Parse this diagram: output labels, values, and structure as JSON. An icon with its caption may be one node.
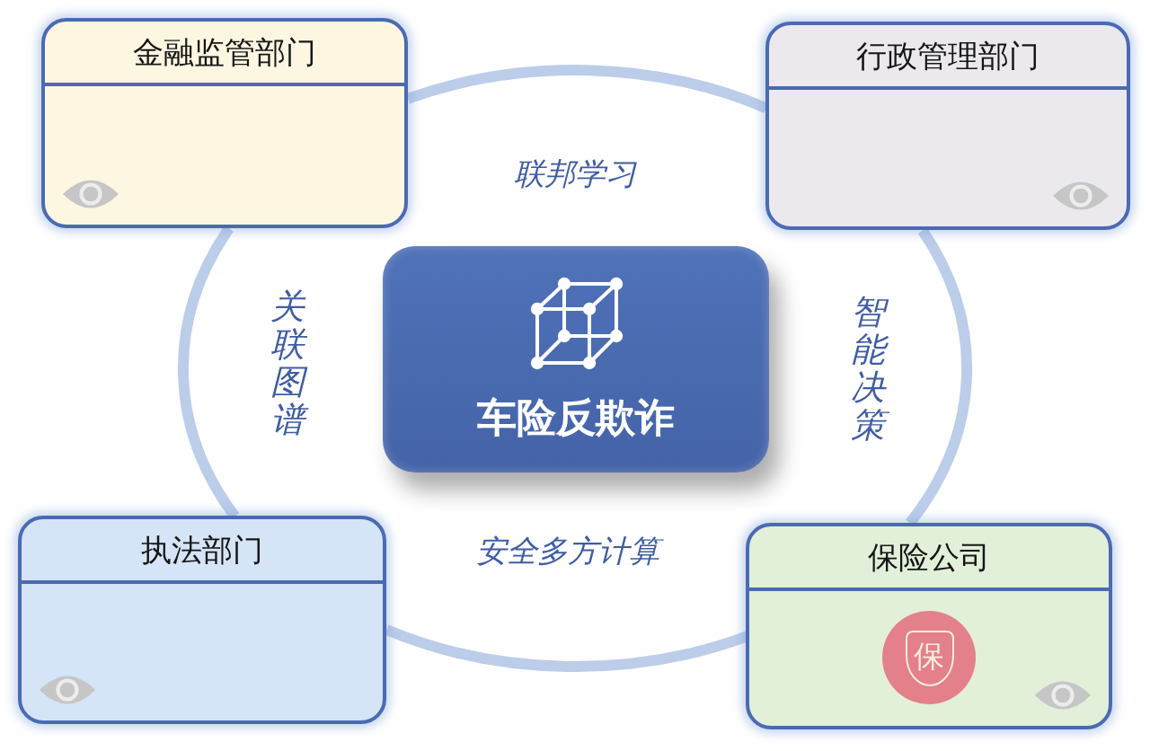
{
  "diagram": {
    "nodes": [
      {
        "text": [
          "金融监管部门"
        ]
      },
      {
        "text": [
          "行政管理部门"
        ]
      },
      {
        "text": [
          "车险反欺诈"
        ]
      },
      {
        "text": [
          "执法部门"
        ]
      },
      {
        "text": [
          "保险公司",
          "保"
        ]
      }
    ],
    "edges": [
      {
        "from": 0,
        "to": 1,
        "arrow": "none"
      },
      {
        "from": 1,
        "to": 4,
        "arrow": "none"
      },
      {
        "from": 3,
        "to": 4,
        "arrow": "none"
      },
      {
        "from": 0,
        "to": 3,
        "arrow": "none"
      }
    ],
    "labels": [
      "联邦学习",
      "关联图谱",
      "智能决策",
      "安全多方计算"
    ]
  }
}
